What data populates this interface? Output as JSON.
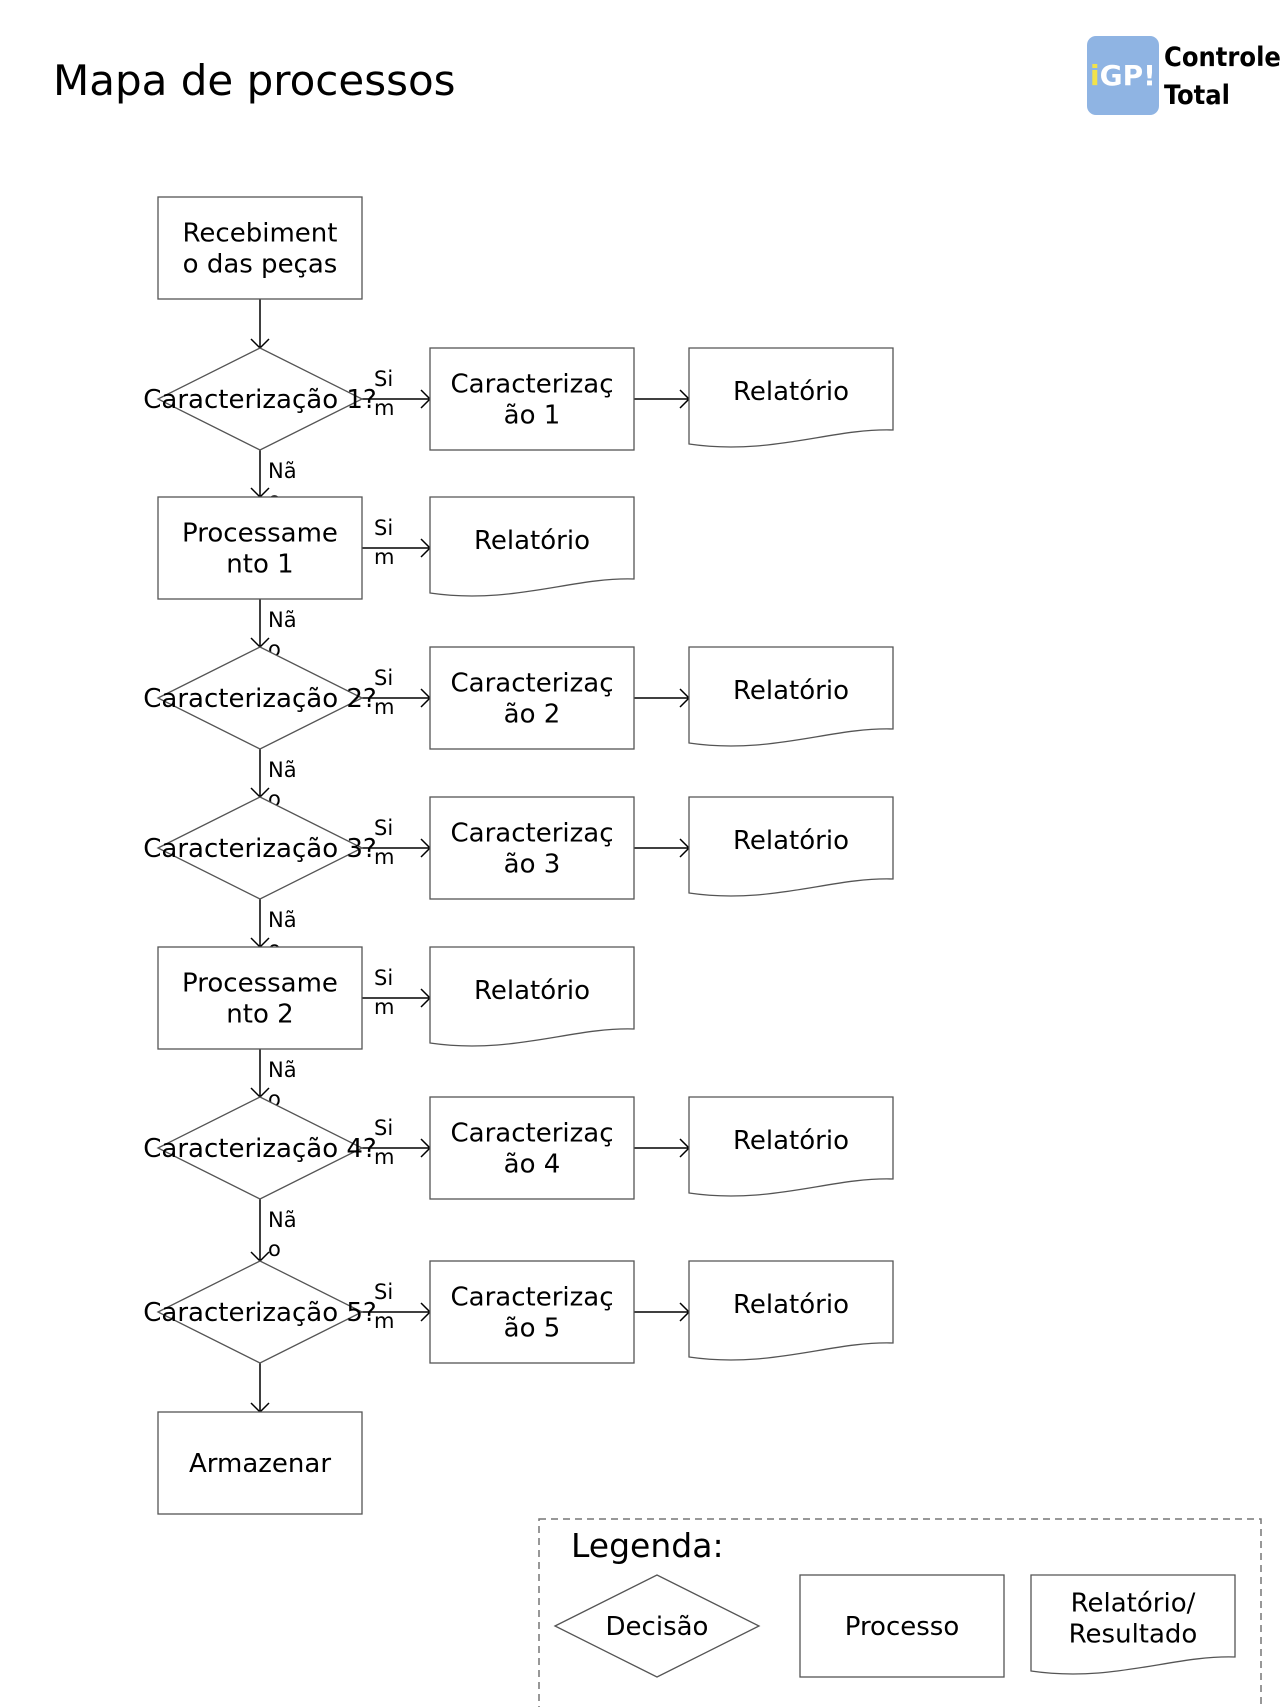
{
  "title": "Mapa de processos",
  "logo": {
    "badge": "iGP!",
    "line1": "Controle",
    "line2": "Total",
    "colors": {
      "badge_bg": "#8fb4e3",
      "accent": "#f2e24a",
      "text": "#ffffff"
    }
  },
  "nodes": [
    {
      "id": "recebimento",
      "type": "process",
      "lines": [
        "Recebiment",
        "o das peças"
      ]
    },
    {
      "id": "dec1",
      "type": "decision",
      "lines": [
        "Caracterização 1?"
      ]
    },
    {
      "id": "car1",
      "type": "process",
      "lines": [
        "Caracterizaç",
        "ão 1"
      ]
    },
    {
      "id": "rel1",
      "type": "report",
      "lines": [
        "Relatório"
      ]
    },
    {
      "id": "proc1",
      "type": "process",
      "lines": [
        "Processame",
        "nto 1"
      ]
    },
    {
      "id": "relp1",
      "type": "report",
      "lines": [
        "Relatório"
      ]
    },
    {
      "id": "dec2",
      "type": "decision",
      "lines": [
        "Caracterização 2?"
      ]
    },
    {
      "id": "car2",
      "type": "process",
      "lines": [
        "Caracterizaç",
        "ão 2"
      ]
    },
    {
      "id": "rel2",
      "type": "report",
      "lines": [
        "Relatório"
      ]
    },
    {
      "id": "dec3",
      "type": "decision",
      "lines": [
        "Caracterização 3?"
      ]
    },
    {
      "id": "car3",
      "type": "process",
      "lines": [
        "Caracterizaç",
        "ão 3"
      ]
    },
    {
      "id": "rel3",
      "type": "report",
      "lines": [
        "Relatório"
      ]
    },
    {
      "id": "proc2",
      "type": "process",
      "lines": [
        "Processame",
        "nto 2"
      ]
    },
    {
      "id": "relp2",
      "type": "report",
      "lines": [
        "Relatório"
      ]
    },
    {
      "id": "dec4",
      "type": "decision",
      "lines": [
        "Caracterização 4?"
      ]
    },
    {
      "id": "car4",
      "type": "process",
      "lines": [
        "Caracterizaç",
        "ão 4"
      ]
    },
    {
      "id": "rel4",
      "type": "report",
      "lines": [
        "Relatório"
      ]
    },
    {
      "id": "dec5",
      "type": "decision",
      "lines": [
        "Caracterização 5?"
      ]
    },
    {
      "id": "car5",
      "type": "process",
      "lines": [
        "Caracterizaç",
        "ão 5"
      ]
    },
    {
      "id": "rel5",
      "type": "report",
      "lines": [
        "Relatório"
      ]
    },
    {
      "id": "armazenar",
      "type": "process",
      "lines": [
        "Armazenar"
      ]
    }
  ],
  "edges": [
    {
      "from": "recebimento",
      "to": "dec1",
      "label": []
    },
    {
      "from": "dec1",
      "to": "car1",
      "label": [
        "Si",
        "m"
      ]
    },
    {
      "from": "car1",
      "to": "rel1",
      "label": []
    },
    {
      "from": "dec1",
      "to": "proc1",
      "label": [
        "Nã",
        "o"
      ]
    },
    {
      "from": "proc1",
      "to": "relp1",
      "label": [
        "Si",
        "m"
      ]
    },
    {
      "from": "proc1",
      "to": "dec2",
      "label": [
        "Nã",
        "o"
      ]
    },
    {
      "from": "dec2",
      "to": "car2",
      "label": [
        "Si",
        "m"
      ]
    },
    {
      "from": "car2",
      "to": "rel2",
      "label": []
    },
    {
      "from": "dec2",
      "to": "dec3",
      "label": [
        "Nã",
        "o"
      ]
    },
    {
      "from": "dec3",
      "to": "car3",
      "label": [
        "Si",
        "m"
      ]
    },
    {
      "from": "car3",
      "to": "rel3",
      "label": []
    },
    {
      "from": "dec3",
      "to": "proc2",
      "label": [
        "Nã",
        "o"
      ]
    },
    {
      "from": "proc2",
      "to": "relp2",
      "label": [
        "Si",
        "m"
      ]
    },
    {
      "from": "proc2",
      "to": "dec4",
      "label": [
        "Nã",
        "o"
      ]
    },
    {
      "from": "dec4",
      "to": "car4",
      "label": [
        "Si",
        "m"
      ]
    },
    {
      "from": "car4",
      "to": "rel4",
      "label": []
    },
    {
      "from": "dec4",
      "to": "dec5",
      "label": [
        "Nã",
        "o"
      ]
    },
    {
      "from": "dec5",
      "to": "car5",
      "label": [
        "Si",
        "m"
      ]
    },
    {
      "from": "car5",
      "to": "rel5",
      "label": []
    },
    {
      "from": "dec5",
      "to": "armazenar",
      "label": []
    }
  ],
  "legend": {
    "title": "Legenda:",
    "items": [
      {
        "type": "decision",
        "lines": [
          "Decisão"
        ]
      },
      {
        "type": "process",
        "lines": [
          "Processo"
        ]
      },
      {
        "type": "report",
        "lines": [
          "Relatório/",
          "Resultado"
        ]
      }
    ]
  }
}
